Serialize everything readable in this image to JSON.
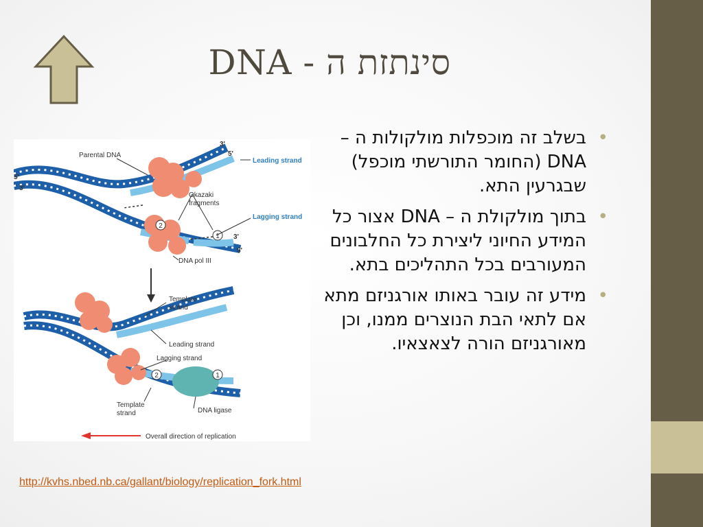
{
  "slide": {
    "title": "סינתזת ה - DNA",
    "bullets": [
      "בשלב זה מוכפלות מולקולות ה – DNA (החומר התורשתי מוכפל) שבגרעין התא.",
      "בתוך מולקולת ה – DNA אצור כל המידע החיוני ליצירת כל החלבונים המעורבים בכל התהליכים בתא.",
      "מידע זה עובר באותו אורגניזם מתא אם לתאי הבת הנוצרים ממנו, וכן מאורגניזם הורה לצאצאיו."
    ],
    "source_link": "http://kvhs.nbed.nb.ca/gallant/biology/replication_fork.html"
  },
  "diagram": {
    "labels": {
      "parental_dna": "Parental DNA",
      "leading_strand_top": "Leading strand",
      "okazaki_1": "Okazaki",
      "okazaki_2": "fragments",
      "lagging_strand_top": "Lagging strand",
      "dna_pol": "DNA pol III",
      "template_1": "Template",
      "template_2": "strand",
      "leading_strand_bottom": "Leading strand",
      "lagging_strand_bottom": "Lagging strand",
      "template_b1": "Template",
      "template_b2": "strand",
      "dna_ligase": "DNA ligase",
      "overall_direction": "Overall direction of replication"
    },
    "end_labels": {
      "three_prime": "3'",
      "five_prime": "5'"
    },
    "markers": {
      "one": "1",
      "two": "2"
    }
  },
  "colors": {
    "sidebar": "#675e47",
    "sidebar_accent": "#c9c097",
    "arrow_fill": "#c9c097",
    "arrow_stroke": "#675e47",
    "title": "#4f4a3d",
    "bullet": "#b8ae84",
    "link": "#c55a11",
    "dark_strand": "#1d5fa8",
    "light_strand": "#7ec3e8",
    "enzyme": "#ef8c72",
    "ligase": "#5fb3b0",
    "direction_arrow": "#e2342f"
  },
  "icons": {
    "nav": "up-arrow-icon"
  }
}
